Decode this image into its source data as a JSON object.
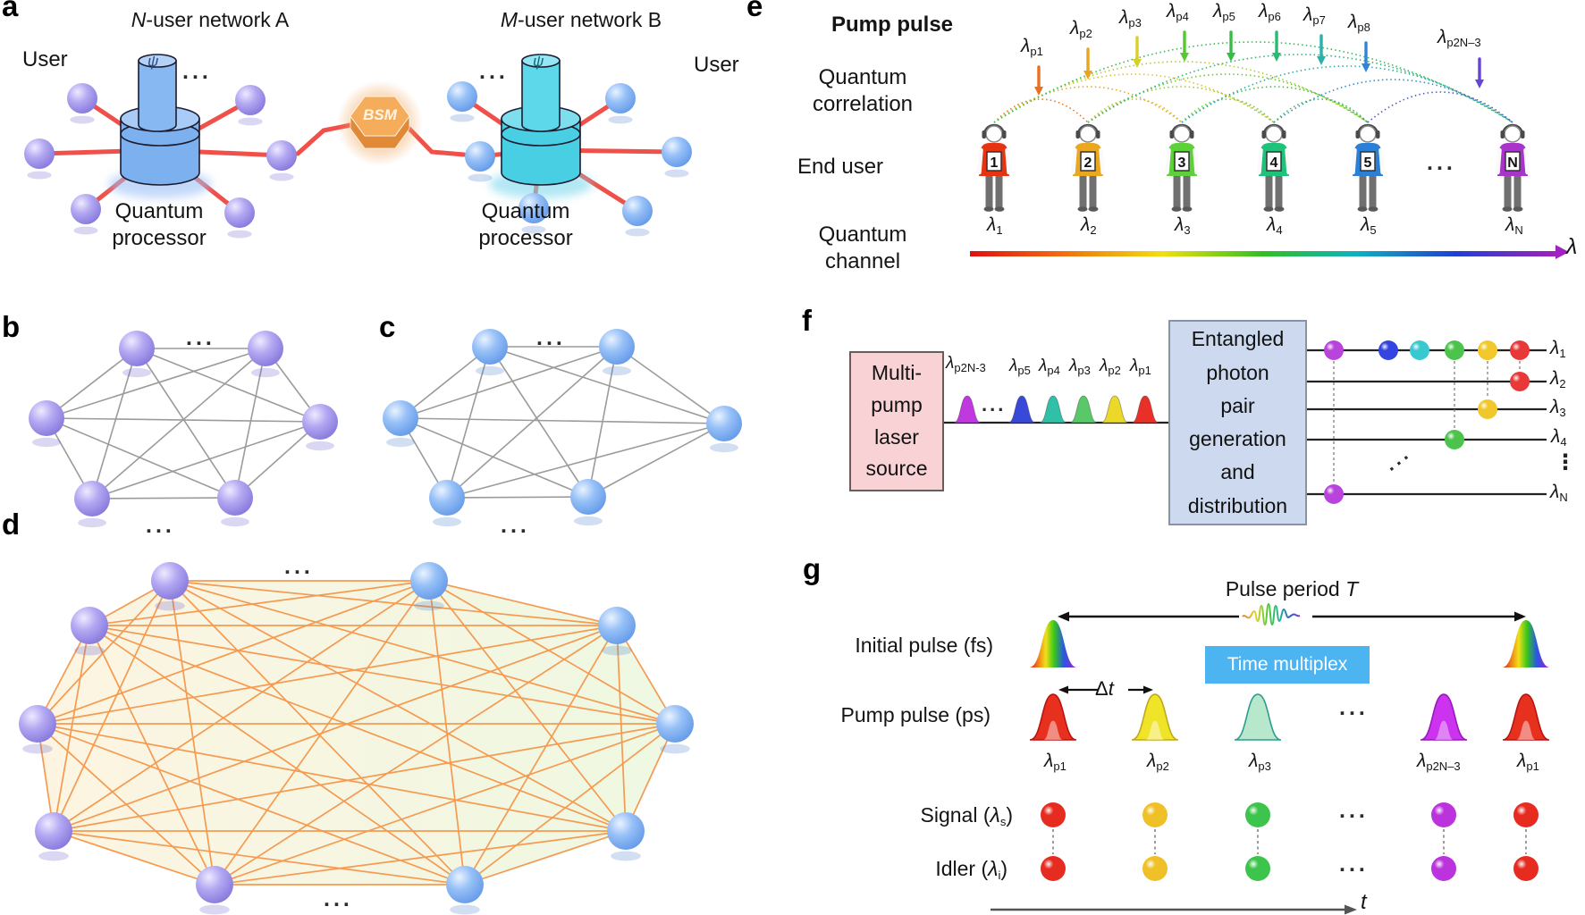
{
  "panel_letters": {
    "a": "a",
    "b": "b",
    "c": "c",
    "d": "d",
    "e": "e",
    "f": "f",
    "g": "g"
  },
  "a": {
    "network_a_title": {
      "italic": "N",
      "rest": "-user network A"
    },
    "network_b_title": {
      "italic": "M",
      "rest": "-user network B"
    },
    "user_left": "User",
    "user_right": "User",
    "psi": "ψ",
    "dots": "...",
    "bsm_label": "BSM",
    "processor_a": {
      "line1": "Quantum",
      "line2": "processor"
    },
    "processor_b": {
      "line1": "Quantum",
      "line2": "processor"
    },
    "colors": {
      "node_purple": "#8d7fe2",
      "node_blue": "#6b9fe8",
      "link_red": "#f0504a",
      "hub_a_blue": "#7db0ef",
      "hub_b_cyan": "#49cfe4",
      "bsm_orange": "#f2a44e"
    }
  },
  "b": {
    "dots_top": "...",
    "dots_bottom": "..."
  },
  "c": {
    "dots_top": "...",
    "dots_bottom": "..."
  },
  "d": {
    "dots_top": "...",
    "dots_bottom": "...",
    "edge_color": "#f59a50"
  },
  "e": {
    "pump_pulse_label": "Pump pulse",
    "quantum_correlation_label": {
      "line1": "Quantum",
      "line2": "correlation"
    },
    "end_user_label": "End user",
    "quantum_channel_label": {
      "line1": "Quantum",
      "line2": "channel"
    },
    "lambda": "λ",
    "axis_label": "λ",
    "users_dots": "...",
    "pumps": [
      {
        "sub": "p1",
        "color": "#e87020"
      },
      {
        "sub": "p2",
        "color": "#e8a520"
      },
      {
        "sub": "p3",
        "color": "#d8d028"
      },
      {
        "sub": "p4",
        "color": "#55c832"
      },
      {
        "sub": "p5",
        "color": "#38bc48"
      },
      {
        "sub": "p6",
        "color": "#2eb876"
      },
      {
        "sub": "p7",
        "color": "#28b2ac"
      },
      {
        "sub": "p8",
        "color": "#3384d4"
      },
      {
        "sub": "p2N–3",
        "color": "#6544d8"
      }
    ],
    "users": [
      {
        "number": "1",
        "shirt": "#e63312",
        "channel_sub": "1"
      },
      {
        "number": "2",
        "shirt": "#e9a722",
        "channel_sub": "2"
      },
      {
        "number": "3",
        "shirt": "#5cd13a",
        "channel_sub": "3"
      },
      {
        "number": "4",
        "shirt": "#1ec279",
        "channel_sub": "4"
      },
      {
        "number": "5",
        "shirt": "#2b7fd4",
        "channel_sub": "5"
      },
      {
        "number": "N",
        "shirt": "#a834cc",
        "channel_sub": "N"
      }
    ],
    "arc_colors": [
      "#e07828",
      "#ddaa28",
      "#d8c828",
      "#b0cc30",
      "#38b858",
      "#d0c028",
      "#a0c830",
      "#70c434",
      "#30b478",
      "#78c838",
      "#48bc40",
      "#2cb0a0",
      "#38b85c",
      "#3390c8",
      "#4a5cd0"
    ],
    "channel_gradient": [
      "#e01010",
      "#f07010",
      "#f0e010",
      "#30c020",
      "#10b0c0",
      "#2040d0",
      "#a020c0"
    ]
  },
  "f": {
    "source_box": {
      "line1": "Multi-",
      "line2": "pump",
      "line3": "laser",
      "line4": "source"
    },
    "gen_box": {
      "line1": "Entangled",
      "line2": "photon",
      "line3": "pair",
      "line4": "generation",
      "line5": "and",
      "line6": "distribution"
    },
    "lambda": "λ",
    "train_dots": "...",
    "diag_dots": "...",
    "vdots": "⋮",
    "pump_train": [
      {
        "sub": "p2N-3",
        "color": "#c038e0"
      },
      {
        "sub": "p5",
        "color": "#3848d8"
      },
      {
        "sub": "p4",
        "color": "#30c0a8"
      },
      {
        "sub": "p3",
        "color": "#58c868"
      },
      {
        "sub": "p2",
        "color": "#ecd828"
      },
      {
        "sub": "p1",
        "color": "#e83028"
      }
    ],
    "channels": [
      {
        "sub": "1"
      },
      {
        "sub": "2"
      },
      {
        "sub": "3"
      },
      {
        "sub": "4"
      },
      {
        "sub": "N"
      }
    ],
    "line1_balls": [
      "#b844dc",
      "#3344e0",
      "#38c8d0",
      "#4cc44c",
      "#f0c82c",
      "#e83838"
    ],
    "pair_balls": [
      "#e83838",
      "#f0c82c",
      "#4cc44c",
      "#b844dc"
    ]
  },
  "g": {
    "pulse_period": {
      "pre": "Pulse period ",
      "italic": "T"
    },
    "initial_pulse_label": "Initial pulse (fs)",
    "time_multiplex_label": "Time multiplex",
    "time_multiplex_bg": "#4cb4f0",
    "delta_t": {
      "delta": "Δ",
      "italic": "t"
    },
    "pump_pulse_label": "Pump pulse (ps)",
    "signal_label": {
      "pre": "Signal (",
      "lambda": "λ",
      "sub": "s",
      "post": ")"
    },
    "idler_label": {
      "pre": "Idler (",
      "lambda": "λ",
      "sub": "i",
      "post": ")"
    },
    "lambda": "λ",
    "pulses": [
      {
        "sub": "p1",
        "color": "#e8301e",
        "stroke": "#b81410"
      },
      {
        "sub": "p2",
        "color": "#f0e428",
        "stroke": "#c0a818"
      },
      {
        "sub": "p3",
        "color": "#b8e8cc",
        "stroke": "#2a9d8f"
      },
      {
        "sub": "p2N–3",
        "color": "#cc33ee",
        "stroke": "#9818b8"
      },
      {
        "sub": "p1",
        "color": "#e8301e",
        "stroke": "#b81410"
      }
    ],
    "pulses_dots": "...",
    "signal_dots": "...",
    "idler_dots": "...",
    "ball_colors": [
      "#e62b20",
      "#f0c028",
      "#3cc44c",
      "#bb33dd",
      "#e62b20"
    ],
    "axis_label": "t"
  }
}
